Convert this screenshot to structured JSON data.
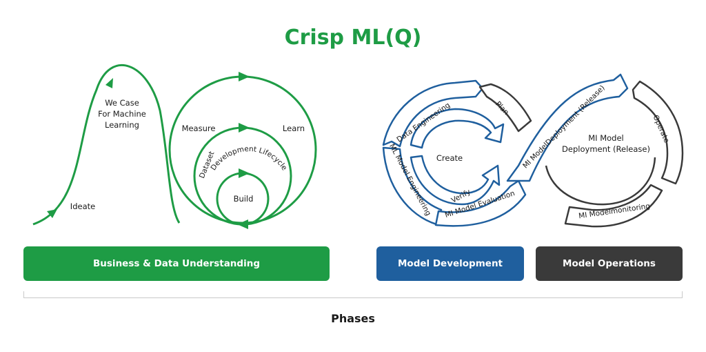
{
  "title": "Crisp ML(Q)",
  "business": {
    "ideate": "Ideate",
    "use_case_lines": [
      "We Case",
      "For Machine",
      "Learning"
    ],
    "measure": "Measure",
    "learn": "Learn",
    "dataset": "Dataset",
    "development_lifecycle": "Development Lifecycle",
    "build": "Build"
  },
  "development": {
    "data_engineering": "Data Engineering",
    "plan": "Plan",
    "create": "Create",
    "ml_model_engineering": "ML Model Engineering",
    "verify": "Verify",
    "model_evaluation": "MI Model Evaluation",
    "model_deployment_release": "MI ModelDeployment (Release)"
  },
  "operations": {
    "center_lines": [
      "MI Model",
      "Deployment (Release)"
    ],
    "operate": "Operate",
    "model_monitoring": "MI Modelmonitoring"
  },
  "phases": {
    "business": "Business & Data Understanding",
    "development": "Model Development",
    "operations": "Model Operations",
    "label": "Phases"
  },
  "colors": {
    "green": "#1e9c45",
    "blue": "#1f5f9e",
    "dark": "#3a3a3a"
  }
}
